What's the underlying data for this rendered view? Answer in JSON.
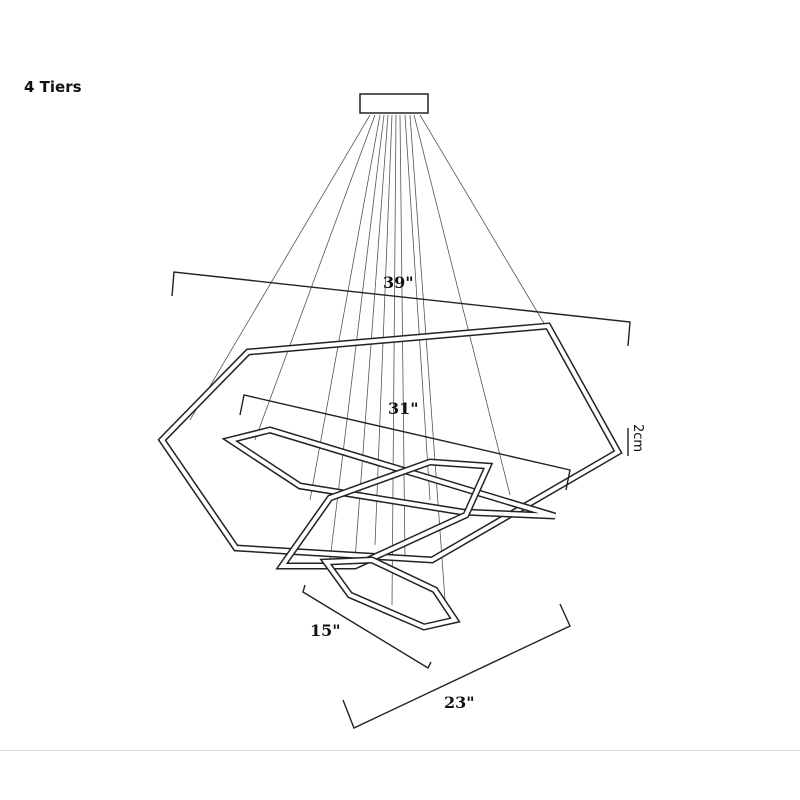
{
  "title": "4 Tiers",
  "dimensions": {
    "tier1": "39\"",
    "tier2": "31\"",
    "tier3": "23\"",
    "tier4": "15\"",
    "thickness": "2cm"
  }
}
